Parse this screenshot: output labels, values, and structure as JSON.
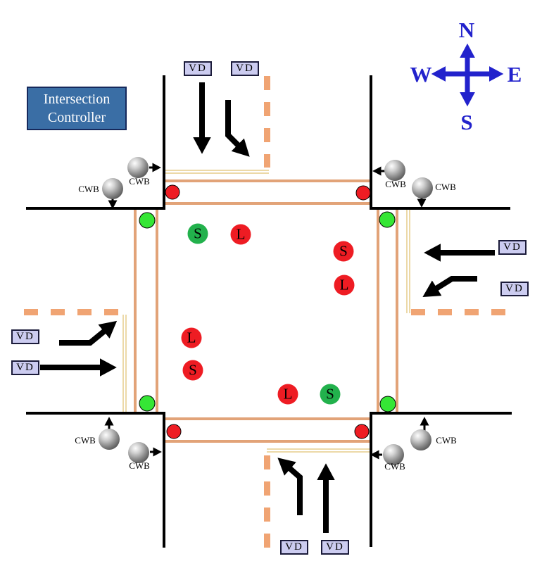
{
  "controller_box": {
    "line1": "Intersection",
    "line2": "Controller"
  },
  "compass": {
    "north": "N",
    "south": "S",
    "east": "E",
    "west": "W"
  },
  "labels": {
    "vehicle_detector": "VD",
    "crosswalk_button": "CWB"
  },
  "colors": {
    "compass_blue": "#2222cc",
    "controller_fill": "#3a6ea5",
    "controller_border": "#16295c",
    "vd_fill": "#ccccf0",
    "crosswalk_orange": "#e2a378",
    "lane_dash_orange": "#f0a473",
    "stop_line_tan": "#ecd9a8",
    "signal_red": "#ee1c23",
    "signal_green": "#22b14c",
    "ped_green": "#35e635",
    "curb_black": "#000000"
  },
  "signal_indicators": {
    "items": [
      {
        "approach": "north",
        "movement": "straight",
        "letter": "S",
        "state": "green"
      },
      {
        "approach": "north",
        "movement": "left",
        "letter": "L",
        "state": "red"
      },
      {
        "approach": "east",
        "movement": "straight",
        "letter": "S",
        "state": "red"
      },
      {
        "approach": "east",
        "movement": "left",
        "letter": "L",
        "state": "red"
      },
      {
        "approach": "west",
        "movement": "left",
        "letter": "L",
        "state": "red"
      },
      {
        "approach": "west",
        "movement": "straight",
        "letter": "S",
        "state": "red"
      },
      {
        "approach": "south",
        "movement": "left",
        "letter": "L",
        "state": "red"
      },
      {
        "approach": "south",
        "movement": "straight",
        "letter": "S",
        "state": "green"
      }
    ]
  },
  "pedestrian_signals": {
    "items": [
      {
        "location": "north-crosswalk-west",
        "state": "red"
      },
      {
        "location": "north-crosswalk-east",
        "state": "red"
      },
      {
        "location": "west-crosswalk-north",
        "state": "green"
      },
      {
        "location": "east-crosswalk-north",
        "state": "green"
      },
      {
        "location": "west-crosswalk-south",
        "state": "green"
      },
      {
        "location": "east-crosswalk-south",
        "state": "green"
      },
      {
        "location": "south-crosswalk-west",
        "state": "red"
      },
      {
        "location": "south-crosswalk-east",
        "state": "red"
      }
    ]
  }
}
